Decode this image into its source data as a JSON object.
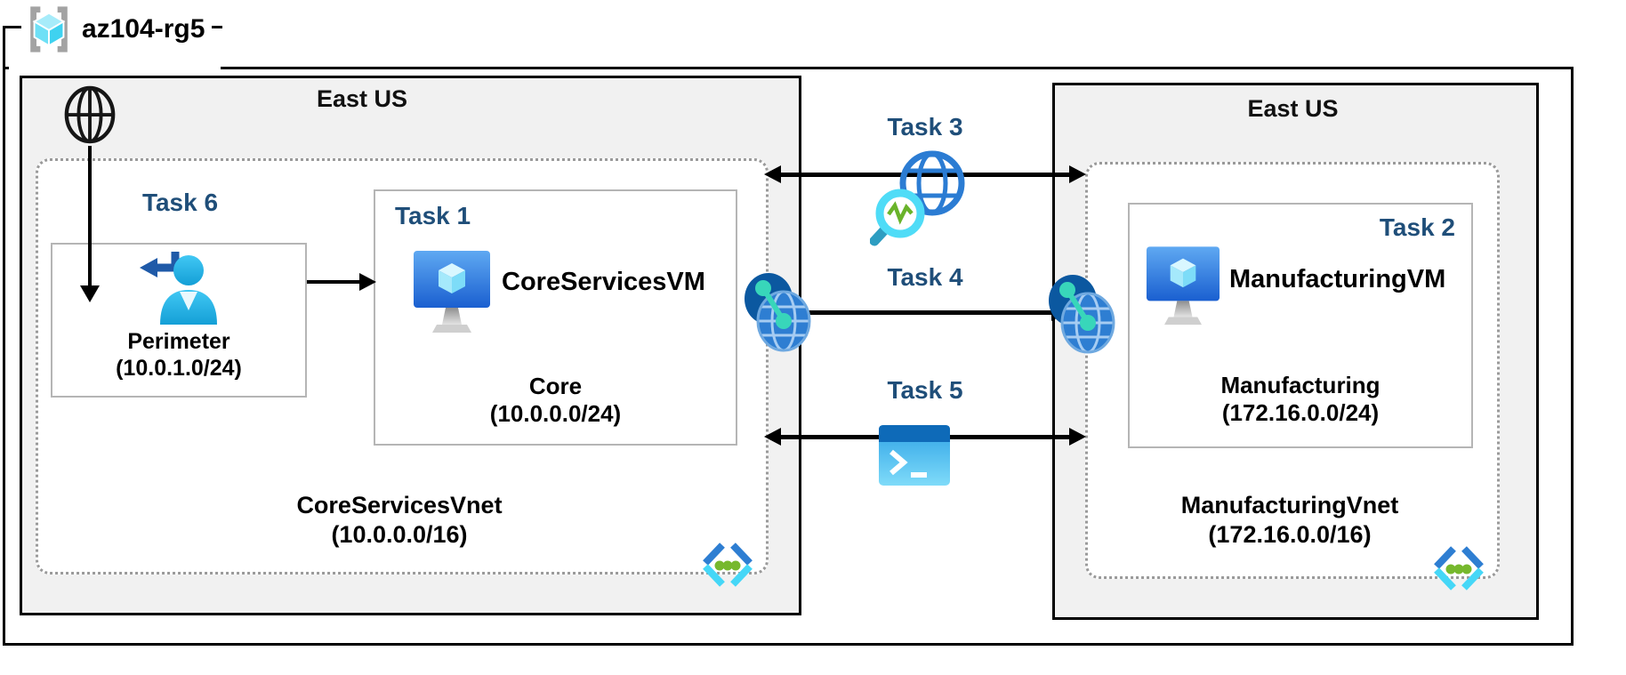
{
  "resource_group": {
    "name": "az104-rg5"
  },
  "left_region": {
    "title": "East US",
    "task6_label": "Task 6",
    "perimeter_subnet": {
      "name": "Perimeter",
      "cidr": "(10.0.1.0/24)"
    },
    "task1_label": "Task 1",
    "vm_name": "CoreServicesVM",
    "core_subnet": {
      "name": "Core",
      "cidr": "(10.0.0.0/24)"
    },
    "vnet": {
      "name": "CoreServicesVnet",
      "cidr": "(10.0.0.0/16)"
    }
  },
  "right_region": {
    "title": "East US",
    "task2_label": "Task 2",
    "vm_name": "ManufacturingVM",
    "manufacturing_subnet": {
      "name": "Manufacturing",
      "cidr": "(172.16.0.0/24)"
    },
    "vnet": {
      "name": "ManufacturingVnet",
      "cidr": "(172.16.0.0/16)"
    }
  },
  "middle": {
    "task3_label": "Task 3",
    "task4_label": "Task 4",
    "task5_label": "Task 5"
  },
  "icons": {
    "resource_group": "resource-group-icon",
    "internet": "internet-globe-icon",
    "perimeter_user": "user-return-icon",
    "virtual_machine": "virtual-machine-icon",
    "network_watcher": "network-watcher-icon",
    "vnet_peering": "vnet-peering-icon",
    "cloud_shell": "cloud-shell-terminal-icon",
    "virtual_network": "virtual-network-icon"
  },
  "colors": {
    "task_label": "#1F4E79",
    "region_bg": "#f1f1f1",
    "outer_border": "#000000",
    "box_border": "#b5b5b5",
    "vnet_dotted_border": "#9a9a9a",
    "azure_blue": "#2e7ed2",
    "azure_cyan": "#45d7f7",
    "teal_accent": "#38d6ba",
    "green_accent": "#76b82d"
  }
}
